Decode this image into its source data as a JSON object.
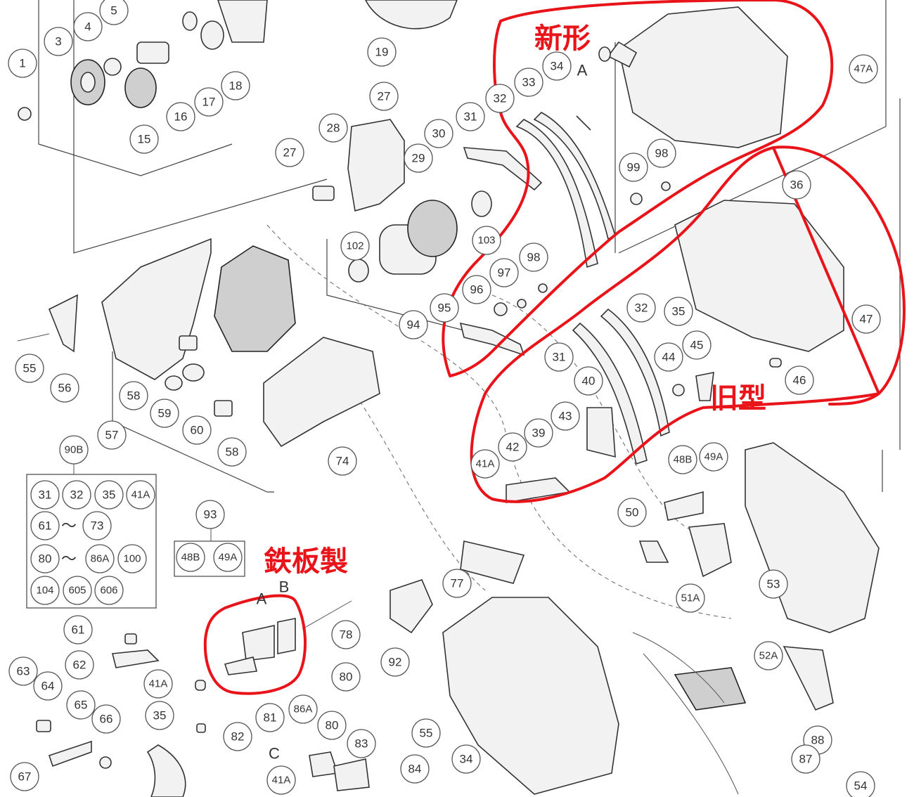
{
  "annotations": {
    "new_type": "新形",
    "old_type": "旧型",
    "steel_plate": "鉄板製"
  },
  "letters": [
    "A",
    "A",
    "B",
    "C"
  ],
  "callouts": [
    "1",
    "3",
    "4",
    "5",
    "15",
    "16",
    "17",
    "18",
    "19",
    "27",
    "27",
    "28",
    "29",
    "30",
    "31",
    "32",
    "33",
    "34",
    "47A",
    "99",
    "98",
    "36",
    "102",
    "103",
    "96",
    "97",
    "98",
    "94",
    "95",
    "47",
    "35",
    "32",
    "31",
    "44",
    "45",
    "46",
    "55",
    "56",
    "57",
    "58",
    "59",
    "60",
    "58",
    "74",
    "40",
    "43",
    "39",
    "42",
    "41A",
    "48B",
    "49A",
    "50",
    "90B",
    "31",
    "32",
    "35",
    "41A",
    "61",
    "73",
    "80",
    "86A",
    "100",
    "104",
    "605",
    "606",
    "93",
    "48B",
    "49A",
    "61",
    "62",
    "63",
    "64",
    "65",
    "66",
    "67",
    "41A",
    "35",
    "82",
    "81",
    "80",
    "78",
    "77",
    "92",
    "55",
    "34",
    "86A",
    "80",
    "83",
    "84",
    "41A",
    "51A",
    "53",
    "52A",
    "88",
    "87",
    "54"
  ],
  "colors": {
    "annotation": "#e8141a",
    "line": "#333333"
  }
}
